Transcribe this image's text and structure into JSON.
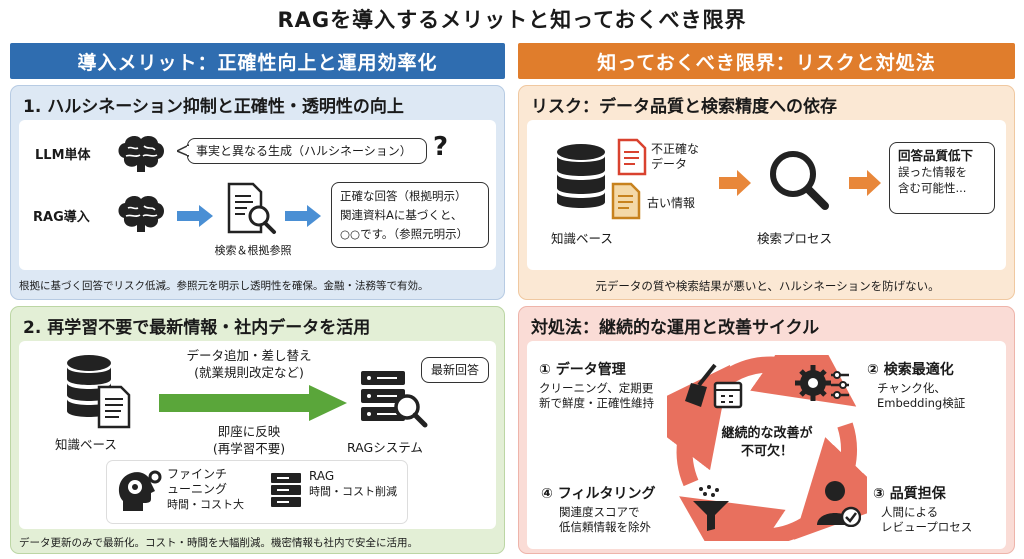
{
  "title": "RAGを導入するメリットと知っておくべき限界",
  "left_header": "導入メリット：正確性向上と運用効率化",
  "right_header": "知っておくべき限界：リスクと対処法",
  "s1": {
    "title": "1. ハルシネーション抑制と正確性・透明性の向上",
    "llm_label": "LLM単体",
    "llm_bubble": "事実と異なる生成（ハルシネーション）",
    "question_mark": "?",
    "rag_label": "RAG導入",
    "search_label": "検索＆根拠参照",
    "answer_lines": [
      "正確な回答（根拠明示）",
      "関連資料Aに基づくと、",
      "○○です。（参照元明示）"
    ],
    "summary": "根拠に基づく回答でリスク低減。参照元を明示し透明性を確保。金融・法務等で有効。"
  },
  "s2": {
    "title": "2. 再学習不要で最新情報・社内データを活用",
    "kb_label": "知識ベース",
    "arrow_top": [
      "データ追加・差し替え",
      "(就業規則改定など)"
    ],
    "arrow_bottom": [
      "即座に反映",
      "(再学習不要)"
    ],
    "latest_bubble": "最新回答",
    "rag_system_label": "RAGシステム",
    "ft_lines": [
      "ファインチ",
      "ューニング",
      "時間・コスト大"
    ],
    "rag_lines": [
      "RAG",
      "時間・コスト削減"
    ],
    "summary": "データ更新のみで最新化。コスト・時間を大幅削減。機密情報も社内で安全に活用。"
  },
  "s3": {
    "title": "リスク：データ品質と検索精度への依存",
    "bad_data": [
      "不正確な",
      "データ"
    ],
    "old_info": "古い情報",
    "kb_label": "知識ベース",
    "process_label": "検索プロセス",
    "result_lines": [
      "回答品質低下",
      "誤った情報を",
      "含む可能性..."
    ],
    "summary": "元データの質や検索結果が悪いと、ハルシネーションを防げない。"
  },
  "s4": {
    "title": "対処法：継続的な運用と改善サイクル",
    "step1_title": "① データ管理",
    "step1_desc": [
      "クリーニング、定期更",
      "新で鮮度・正確性維持"
    ],
    "step2_title": "② 検索最適化",
    "step2_desc": [
      "チャンク化、",
      "Embedding検証"
    ],
    "step3_title": "③ 品質担保",
    "step3_desc": [
      "人間による",
      "レビュープロセス"
    ],
    "step4_title": "④ フィルタリング",
    "step4_desc": [
      "関連度スコアで",
      "低信頼情報を除外"
    ],
    "center": [
      "継続的な改善が",
      "不可欠！"
    ]
  },
  "colors": {
    "blue": "#2f6db0",
    "orange": "#e07d2c",
    "green": "#5aa63a",
    "red": "#e8705e"
  }
}
